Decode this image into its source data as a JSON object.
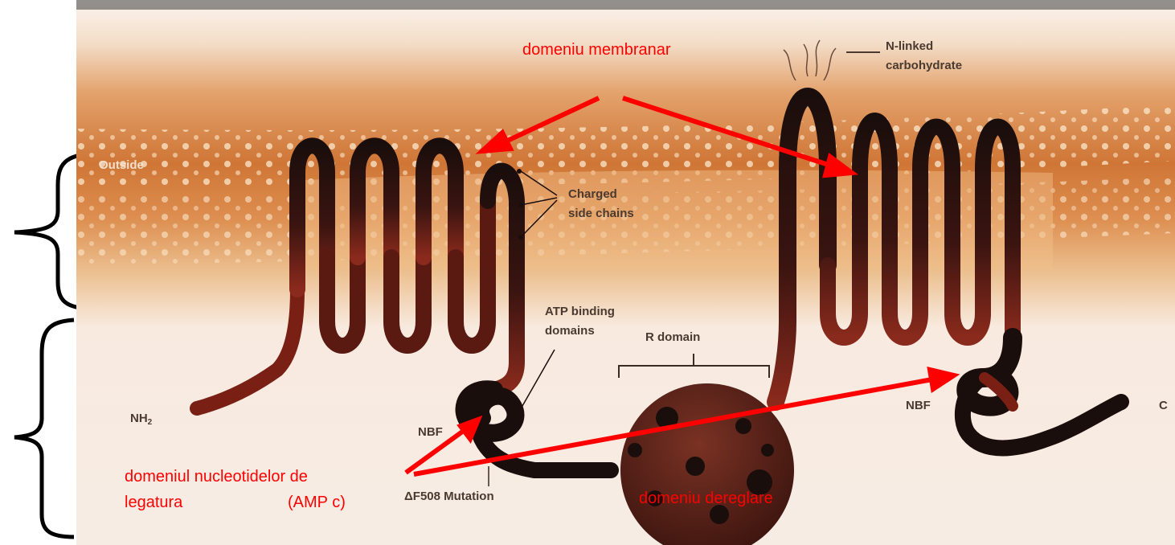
{
  "figure": {
    "labels": {
      "outside": "Outside",
      "charged_side_chains": [
        "Charged",
        "side chains"
      ],
      "n_linked_carbohydrate": [
        "N-linked",
        "carbohydrate"
      ],
      "atp_binding_domains": [
        "ATP binding",
        "domains"
      ],
      "r_domain": "R domain",
      "nh2": "NH",
      "nh2_subscript": "2",
      "nbf_left": "NBF",
      "nbf_right": "NBF",
      "c_terminus": "C",
      "mutation": "ΔF508 Mutation"
    }
  },
  "annotations": {
    "membrane_domain": "domeniu membranar",
    "nucleotide_binding_domain": [
      "domeniul nucleotidelor de",
      "legatura",
      "(AMP c)"
    ],
    "regulatory_domain": "domeniu dereglare",
    "annotation_color": "#ff0000"
  },
  "colors": {
    "membrane_orange": "#d88a48",
    "membrane_band": "#e8a868",
    "protein_dark": "#1a0e0c",
    "protein_red": "#7a1f14",
    "r_domain_fill": "#5a2218",
    "background": "#f6ece4"
  }
}
